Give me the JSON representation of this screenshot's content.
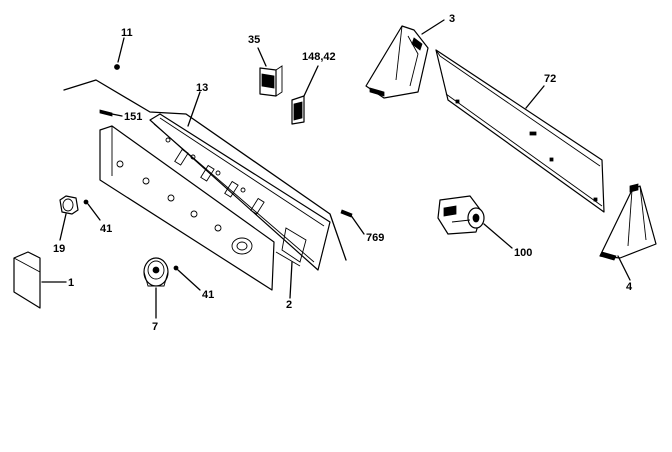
{
  "labels": {
    "p11": "11",
    "p13": "13",
    "p151": "151",
    "p35": "35",
    "p148_42": "148,42",
    "p3": "3",
    "p72": "72",
    "p769": "769",
    "p100": "100",
    "p4": "4",
    "p2": "2",
    "p41a": "41",
    "p41b": "41",
    "p19": "19",
    "p1": "1",
    "p7": "7"
  }
}
